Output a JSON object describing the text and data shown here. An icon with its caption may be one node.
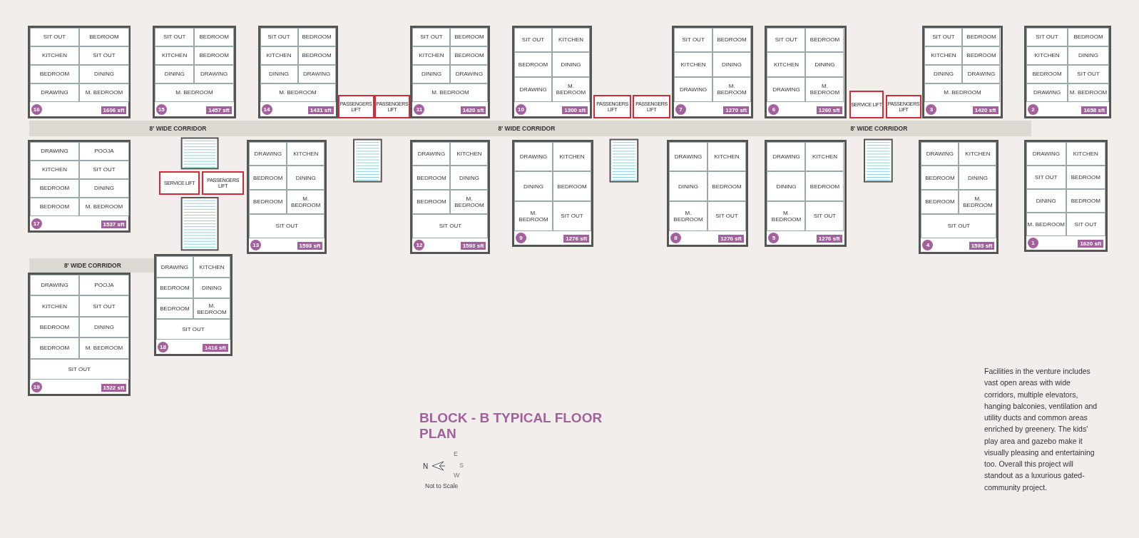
{
  "diagram": {
    "title": "BLOCK - B TYPICAL FLOOR PLAN",
    "nodes": [
      {
        "text": [
          "8' WIDE CORRIDOR"
        ]
      },
      {
        "text": [
          "8' WIDE CORRIDOR"
        ]
      },
      {
        "text": [
          "8' WIDE CORRIDOR"
        ]
      },
      {
        "text": [
          "8' WIDE CORRIDOR"
        ]
      },
      {
        "text": [
          "PASSENGERS LIFT"
        ]
      },
      {
        "text": [
          "PASSENGERS LIFT"
        ]
      },
      {
        "text": [
          "PASSENGERS LIFT"
        ]
      },
      {
        "text": [
          "PASSENGERS LIFT"
        ]
      },
      {
        "text": [
          "SERVICE LIFT"
        ]
      },
      {
        "text": [
          "PASSENGERS LIFT"
        ]
      },
      {
        "text": [
          "SERVICE LIFT"
        ]
      },
      {
        "text": [
          "PASSENGERS LIFT"
        ]
      },
      {
        "text": [
          "16",
          "1606 sft"
        ]
      },
      {
        "text": [
          "SIT OUT"
        ],
        "in": 12
      },
      {
        "text": [
          "BEDROOM"
        ],
        "in": 12
      },
      {
        "text": [
          "KITCHEN"
        ],
        "in": 12
      },
      {
        "text": [
          "SIT OUT"
        ],
        "in": 12
      },
      {
        "text": [
          "BEDROOM"
        ],
        "in": 12
      },
      {
        "text": [
          "DINING"
        ],
        "in": 12
      },
      {
        "text": [
          "DRAWING"
        ],
        "in": 12
      },
      {
        "text": [
          "M. BEDROOM"
        ],
        "in": 12
      },
      {
        "text": [
          "15",
          "1457 sft"
        ]
      },
      {
        "text": [
          "SIT OUT"
        ],
        "in": 21
      },
      {
        "text": [
          "BEDROOM"
        ],
        "in": 21
      },
      {
        "text": [
          "KITCHEN"
        ],
        "in": 21
      },
      {
        "text": [
          "BEDROOM"
        ],
        "in": 21
      },
      {
        "text": [
          "DINING"
        ],
        "in": 21
      },
      {
        "text": [
          "DRAWING"
        ],
        "in": 21
      },
      {
        "text": [
          "M. BEDROOM"
        ],
        "in": 21
      },
      {
        "text": [
          "14",
          "1431 sft"
        ]
      },
      {
        "text": [
          "SIT OUT"
        ],
        "in": 29
      },
      {
        "text": [
          "BEDROOM"
        ],
        "in": 29
      },
      {
        "text": [
          "KITCHEN"
        ],
        "in": 29
      },
      {
        "text": [
          "BEDROOM"
        ],
        "in": 29
      },
      {
        "text": [
          "DINING"
        ],
        "in": 29
      },
      {
        "text": [
          "DRAWING"
        ],
        "in": 29
      },
      {
        "text": [
          "M. BEDROOM"
        ],
        "in": 29
      },
      {
        "text": [
          "11",
          "1420 sft"
        ]
      },
      {
        "text": [
          "SIT OUT"
        ],
        "in": 37
      },
      {
        "text": [
          "BEDROOM"
        ],
        "in": 37
      },
      {
        "text": [
          "KITCHEN"
        ],
        "in": 37
      },
      {
        "text": [
          "BEDROOM"
        ],
        "in": 37
      },
      {
        "text": [
          "DINING"
        ],
        "in": 37
      },
      {
        "text": [
          "DRAWING"
        ],
        "in": 37
      },
      {
        "text": [
          "M. BEDROOM"
        ],
        "in": 37
      },
      {
        "text": [
          "10",
          "1300 sft"
        ]
      },
      {
        "text": [
          "SIT OUT"
        ],
        "in": 45
      },
      {
        "text": [
          "KITCHEN"
        ],
        "in": 45
      },
      {
        "text": [
          "BEDROOM"
        ],
        "in": 45
      },
      {
        "text": [
          "DINING"
        ],
        "in": 45
      },
      {
        "text": [
          "DRAWING"
        ],
        "in": 45
      },
      {
        "text": [
          "M. BEDROOM"
        ],
        "in": 45
      },
      {
        "text": [
          "7",
          "1270 sft"
        ]
      },
      {
        "text": [
          "SIT OUT"
        ],
        "in": 52
      },
      {
        "text": [
          "BEDROOM"
        ],
        "in": 52
      },
      {
        "text": [
          "KITCHEN"
        ],
        "in": 52
      },
      {
        "text": [
          "DINING"
        ],
        "in": 52
      },
      {
        "text": [
          "DRAWING"
        ],
        "in": 52
      },
      {
        "text": [
          "M. BEDROOM"
        ],
        "in": 52
      },
      {
        "text": [
          "6",
          "1260 sft"
        ]
      },
      {
        "text": [
          "SIT OUT"
        ],
        "in": 59
      },
      {
        "text": [
          "BEDROOM"
        ],
        "in": 59
      },
      {
        "text": [
          "KITCHEN"
        ],
        "in": 59
      },
      {
        "text": [
          "DINING"
        ],
        "in": 59
      },
      {
        "text": [
          "DRAWING"
        ],
        "in": 59
      },
      {
        "text": [
          "M. BEDROOM"
        ],
        "in": 59
      },
      {
        "text": [
          "3",
          "1420 sft"
        ]
      },
      {
        "text": [
          "SIT OUT"
        ],
        "in": 66
      },
      {
        "text": [
          "BEDROOM"
        ],
        "in": 66
      },
      {
        "text": [
          "KITCHEN"
        ],
        "in": 66
      },
      {
        "text": [
          "BEDROOM"
        ],
        "in": 66
      },
      {
        "text": [
          "DINING"
        ],
        "in": 66
      },
      {
        "text": [
          "DRAWING"
        ],
        "in": 66
      },
      {
        "text": [
          "M. BEDROOM"
        ],
        "in": 66
      },
      {
        "text": [
          "2",
          "1658 sft"
        ]
      },
      {
        "text": [
          "SIT OUT"
        ],
        "in": 74
      },
      {
        "text": [
          "BEDROOM"
        ],
        "in": 74
      },
      {
        "text": [
          "KITCHEN"
        ],
        "in": 74
      },
      {
        "text": [
          "DINING"
        ],
        "in": 74
      },
      {
        "text": [
          "BEDROOM"
        ],
        "in": 74
      },
      {
        "text": [
          "SIT OUT"
        ],
        "in": 74
      },
      {
        "text": [
          "DRAWING"
        ],
        "in": 74
      },
      {
        "text": [
          "M. BEDROOM"
        ],
        "in": 74
      },
      {
        "text": [
          "17",
          "1537 sft"
        ]
      },
      {
        "text": [
          "DRAWING"
        ],
        "in": 83
      },
      {
        "text": [
          "POOJA"
        ],
        "in": 83
      },
      {
        "text": [
          "KITCHEN"
        ],
        "in": 83
      },
      {
        "text": [
          "SIT OUT"
        ],
        "in": 83
      },
      {
        "text": [
          "BEDROOM"
        ],
        "in": 83
      },
      {
        "text": [
          "DINING"
        ],
        "in": 83
      },
      {
        "text": [
          "BEDROOM"
        ],
        "in": 83
      },
      {
        "text": [
          "M. BEDROOM"
        ],
        "in": 83
      },
      {
        "text": [
          "13",
          "1593 sft"
        ]
      },
      {
        "text": [
          "DRAWING"
        ],
        "in": 92
      },
      {
        "text": [
          "KITCHEN"
        ],
        "in": 92
      },
      {
        "text": [
          "BEDROOM"
        ],
        "in": 92
      },
      {
        "text": [
          "DINING"
        ],
        "in": 92
      },
      {
        "text": [
          "BEDROOM"
        ],
        "in": 92
      },
      {
        "text": [
          "M. BEDROOM"
        ],
        "in": 92
      },
      {
        "text": [
          "SIT OUT"
        ],
        "in": 92
      },
      {
        "text": [
          "12",
          "1593 sft"
        ]
      },
      {
        "text": [
          "DRAWING"
        ],
        "in": 100
      },
      {
        "text": [
          "KITCHEN"
        ],
        "in": 100
      },
      {
        "text": [
          "BEDROOM"
        ],
        "in": 100
      },
      {
        "text": [
          "DINING"
        ],
        "in": 100
      },
      {
        "text": [
          "BEDROOM"
        ],
        "in": 100
      },
      {
        "text": [
          "M. BEDROOM"
        ],
        "in": 100
      },
      {
        "text": [
          "SIT OUT"
        ],
        "in": 100
      },
      {
        "text": [
          "9",
          "1276 sft"
        ]
      },
      {
        "text": [
          "DRAWING"
        ],
        "in": 108
      },
      {
        "text": [
          "KITCHEN"
        ],
        "in": 108
      },
      {
        "text": [
          "DINING"
        ],
        "in": 108
      },
      {
        "text": [
          "BEDROOM"
        ],
        "in": 108
      },
      {
        "text": [
          "M. BEDROOM"
        ],
        "in": 108
      },
      {
        "text": [
          "SIT OUT"
        ],
        "in": 108
      },
      {
        "text": [
          "8",
          "1276 sft"
        ]
      },
      {
        "text": [
          "DRAWING"
        ],
        "in": 115
      },
      {
        "text": [
          "KITCHEN"
        ],
        "in": 115
      },
      {
        "text": [
          "DINING"
        ],
        "in": 115
      },
      {
        "text": [
          "BEDROOM"
        ],
        "in": 115
      },
      {
        "text": [
          "M. BEDROOM"
        ],
        "in": 115
      },
      {
        "text": [
          "SIT OUT"
        ],
        "in": 115
      },
      {
        "text": [
          "5",
          "1276 sft"
        ]
      },
      {
        "text": [
          "DRAWING"
        ],
        "in": 122
      },
      {
        "text": [
          "KITCHEN"
        ],
        "in": 122
      },
      {
        "text": [
          "DINING"
        ],
        "in": 122
      },
      {
        "text": [
          "BEDROOM"
        ],
        "in": 122
      },
      {
        "text": [
          "M. BEDROOM"
        ],
        "in": 122
      },
      {
        "text": [
          "SIT OUT"
        ],
        "in": 122
      },
      {
        "text": [
          "4",
          "1593 sft"
        ]
      },
      {
        "text": [
          "DRAWING"
        ],
        "in": 129
      },
      {
        "text": [
          "KITCHEN"
        ],
        "in": 129
      },
      {
        "text": [
          "BEDROOM"
        ],
        "in": 129
      },
      {
        "text": [
          "DINING"
        ],
        "in": 129
      },
      {
        "text": [
          "BEDROOM"
        ],
        "in": 129
      },
      {
        "text": [
          "M. BEDROOM"
        ],
        "in": 129
      },
      {
        "text": [
          "SIT OUT"
        ],
        "in": 129
      },
      {
        "text": [
          "1",
          "1620 sft"
        ]
      },
      {
        "text": [
          "DRAWING"
        ],
        "in": 137
      },
      {
        "text": [
          "KITCHEN"
        ],
        "in": 137
      },
      {
        "text": [
          "SIT OUT"
        ],
        "in": 137
      },
      {
        "text": [
          "BEDROOM"
        ],
        "in": 137
      },
      {
        "text": [
          "DINING"
        ],
        "in": 137
      },
      {
        "text": [
          "BEDROOM"
        ],
        "in": 137
      },
      {
        "text": [
          "M. BEDROOM"
        ],
        "in": 137
      },
      {
        "text": [
          "SIT OUT"
        ],
        "in": 137
      },
      {
        "text": [
          "19",
          "1522 sft"
        ]
      },
      {
        "text": [
          "DRAWING"
        ],
        "in": 146
      },
      {
        "text": [
          "POOJA"
        ],
        "in": 146
      },
      {
        "text": [
          "KITCHEN"
        ],
        "in": 146
      },
      {
        "text": [
          "SIT OUT"
        ],
        "in": 146
      },
      {
        "text": [
          "BEDROOM"
        ],
        "in": 146
      },
      {
        "text": [
          "DINING"
        ],
        "in": 146
      },
      {
        "text": [
          "BEDROOM"
        ],
        "in": 146
      },
      {
        "text": [
          "M. BEDROOM"
        ],
        "in": 146
      },
      {
        "text": [
          "SIT OUT"
        ],
        "in": 146
      },
      {
        "text": [
          "18",
          "1416 sft"
        ]
      },
      {
        "text": [
          "DRAWING"
        ],
        "in": 156
      },
      {
        "text": [
          "KITCHEN"
        ],
        "in": 156
      },
      {
        "text": [
          "BEDROOM"
        ],
        "in": 156
      },
      {
        "text": [
          "DINING"
        ],
        "in": 156
      },
      {
        "text": [
          "BEDROOM"
        ],
        "in": 156
      },
      {
        "text": [
          "M. BEDROOM"
        ],
        "in": 156
      },
      {
        "text": [
          "SIT OUT"
        ],
        "in": 156
      }
    ],
    "labels": [
      "N",
      "E",
      "S",
      "W",
      "Not to Scale",
      "Facilities in the venture includes vast open areas with wide corridors, multiple elevators, hanging balconies, ventilation and utility ducts and common areas enriched by greenery. The kids' play area and gazebo make it visually pleasing and entertaining too. Overall this project will standout as a luxurious gated-community project."
    ]
  }
}
